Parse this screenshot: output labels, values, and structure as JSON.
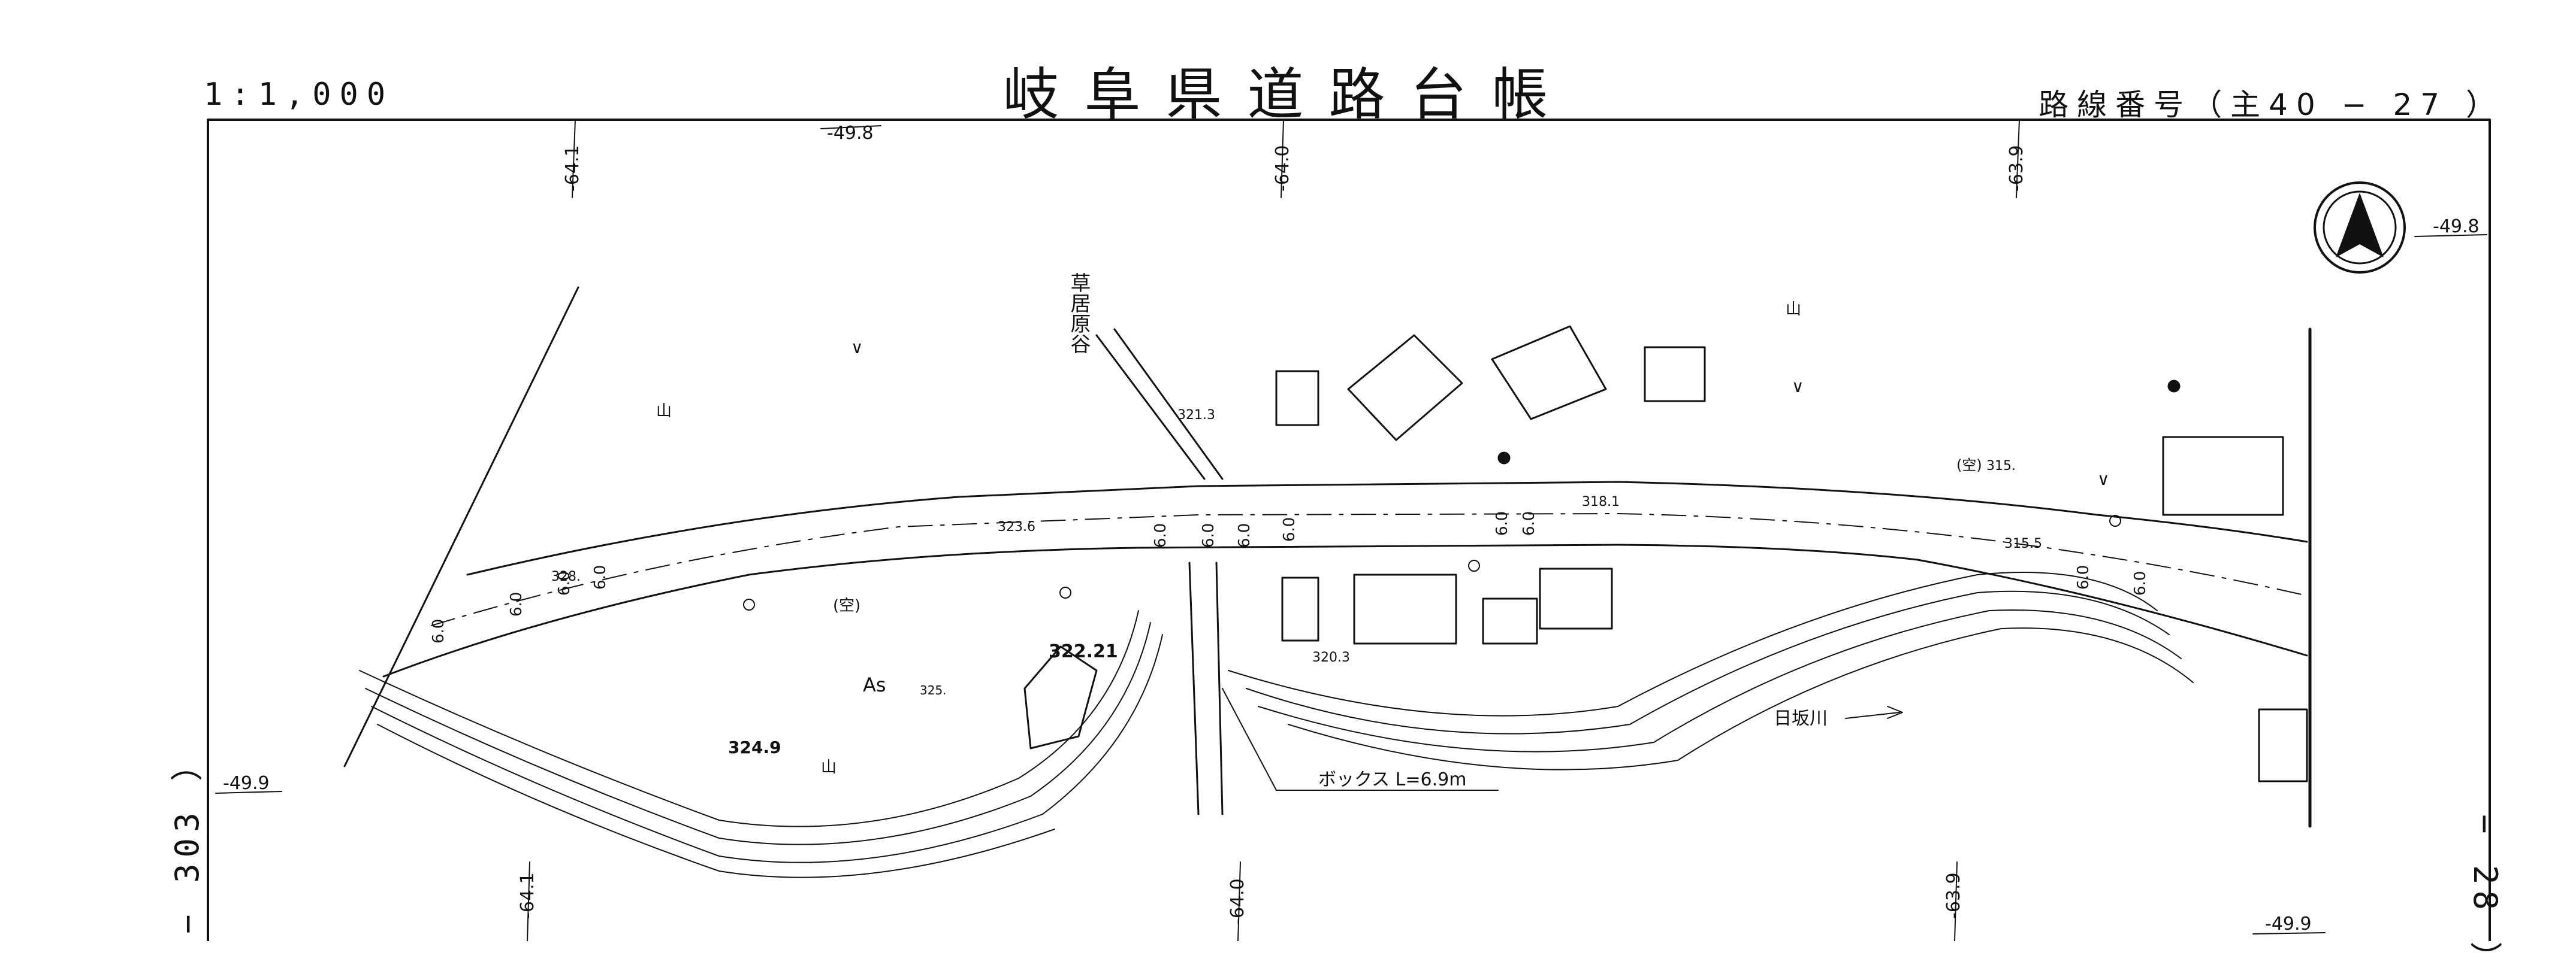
{
  "header": {
    "title": "岐阜県道路台帳",
    "scale": "1:1,000",
    "route_number": "路線番号（主40 − 27 ）"
  },
  "adjacent_sheets": {
    "left": "− 303 ）",
    "right": "− 28 ）"
  },
  "grid_coords": {
    "y_top_left": "-64.1",
    "y_top_mid": "-64.0",
    "y_top_right": "-63.9",
    "y_bottom_left": "-64.1",
    "y_bottom_mid": "-64.0",
    "y_bottom_right": "-63.9",
    "x_top": "-49.8",
    "x_right_top": "-49.8",
    "x_left_bottom": "-49.9",
    "x_right_bottom": "-49.9"
  },
  "map_labels": {
    "stream": "草居原谷",
    "river": "日坂川",
    "box_culvert": "ボックス L=6.9m",
    "asphalt": "As",
    "vacant1": "(空)",
    "vacant2": "(空)",
    "mountain1": "山",
    "mountain2": "山",
    "mountain3": "山",
    "field1": "∨",
    "field2": "∨",
    "field3": "∨"
  },
  "elevations": [
    "323.6",
    "321.3",
    "318.1",
    "315.5",
    "315.",
    "320.3",
    "322.21",
    "324.9",
    "328.",
    "325."
  ],
  "lane_widths": [
    "6.0",
    "6.0",
    "6.0",
    "6.0",
    "6.0",
    "6.0",
    "6.0",
    "6.0",
    "6.0",
    "6.0",
    "6.0",
    "6.0"
  ],
  "north_arrow_icon": "north-arrow-icon"
}
